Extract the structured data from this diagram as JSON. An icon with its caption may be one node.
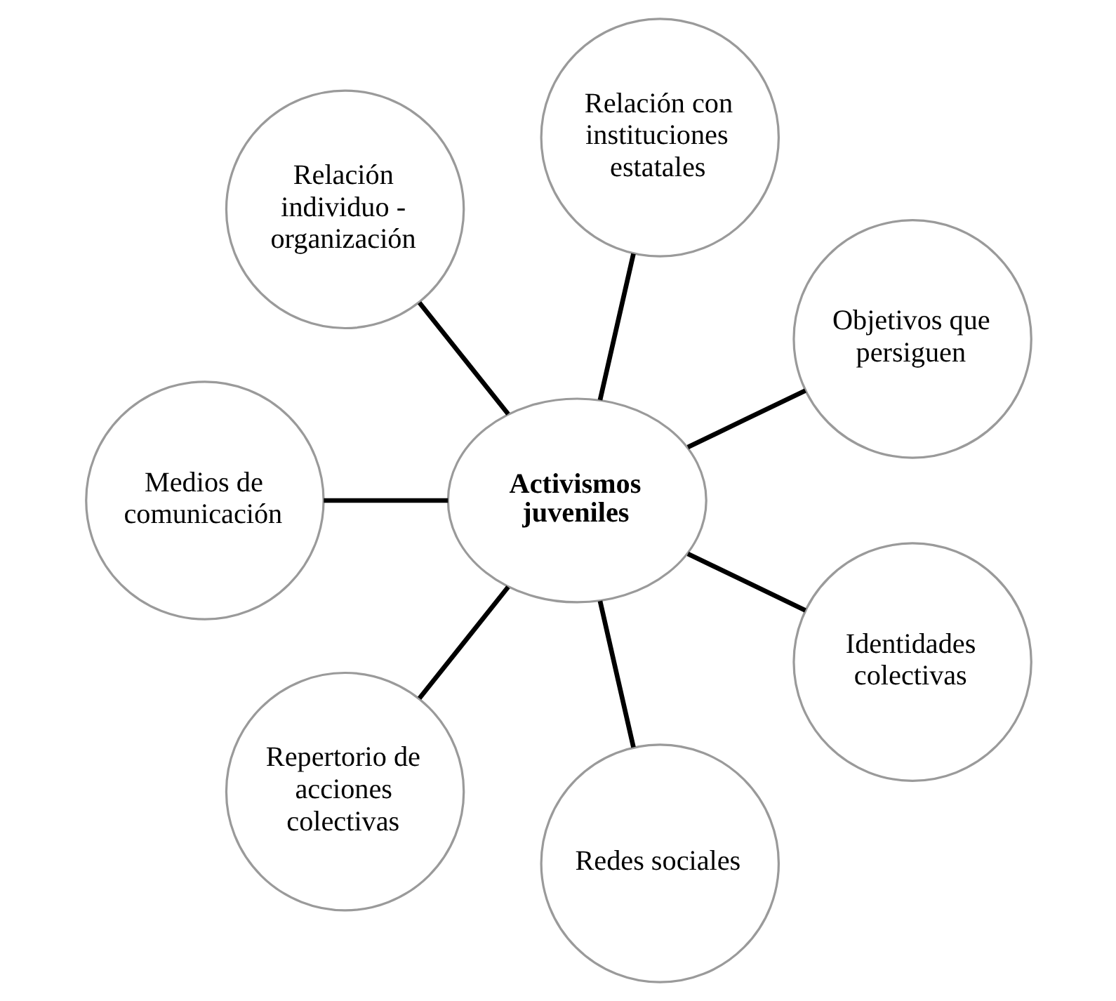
{
  "diagram": {
    "nodes": [
      {
        "text": [
          "Activismos juveniles"
        ]
      },
      {
        "text": [
          "Objetivos que persiguen"
        ]
      },
      {
        "text": [
          "Relación con instituciones estatales"
        ]
      },
      {
        "text": [
          "Relación individuo - organización"
        ]
      },
      {
        "text": [
          "Medios de comunicación"
        ]
      },
      {
        "text": [
          "Repertorio de acciones colectivas"
        ]
      },
      {
        "text": [
          "Redes sociales"
        ]
      },
      {
        "text": [
          "Identidades colectivas"
        ]
      }
    ],
    "edges": [
      {
        "from": 0,
        "to": 1,
        "arrow": "none"
      },
      {
        "from": 0,
        "to": 3,
        "arrow": "none"
      },
      {
        "from": 0,
        "to": 5,
        "arrow": "none"
      },
      {
        "from": 0,
        "to": 7,
        "arrow": "none"
      },
      {
        "from": 0,
        "to": 6,
        "arrow": "none"
      },
      {
        "from": 0,
        "to": 4,
        "arrow": "none"
      },
      {
        "from": 0,
        "to": 2,
        "arrow": "none"
      }
    ]
  }
}
